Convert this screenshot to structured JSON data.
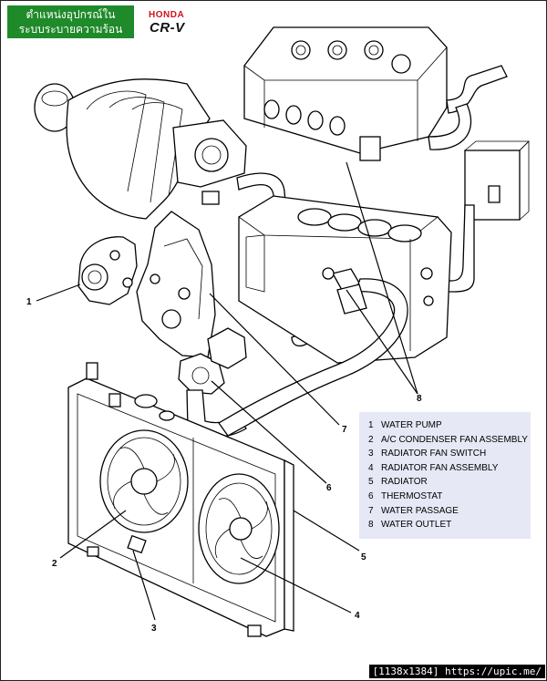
{
  "header": {
    "thai_title_line1": "ตำแหน่งอุปกรณ์ใน",
    "thai_title_line2": "ระบบระบายความร้อน",
    "brand": "HONDA",
    "model": "CR-V"
  },
  "callouts": [
    "1",
    "2",
    "3",
    "4",
    "5",
    "6",
    "7",
    "8"
  ],
  "legend": [
    {
      "num": "1",
      "label": "WATER PUMP"
    },
    {
      "num": "2",
      "label": "A/C CONDENSER FAN ASSEMBLY"
    },
    {
      "num": "3",
      "label": "RADIATOR FAN SWITCH"
    },
    {
      "num": "4",
      "label": "RADIATOR FAN ASSEMBLY"
    },
    {
      "num": "5",
      "label": "RADIATOR"
    },
    {
      "num": "6",
      "label": "THERMOSTAT"
    },
    {
      "num": "7",
      "label": "WATER PASSAGE"
    },
    {
      "num": "8",
      "label": "WATER OUTLET"
    }
  ],
  "footer": "[1138x1384] https://upic.me/",
  "colors": {
    "title_bg": "#1f8a2a",
    "brand_red": "#d0121b",
    "legend_bg": "#e6e8f6"
  }
}
